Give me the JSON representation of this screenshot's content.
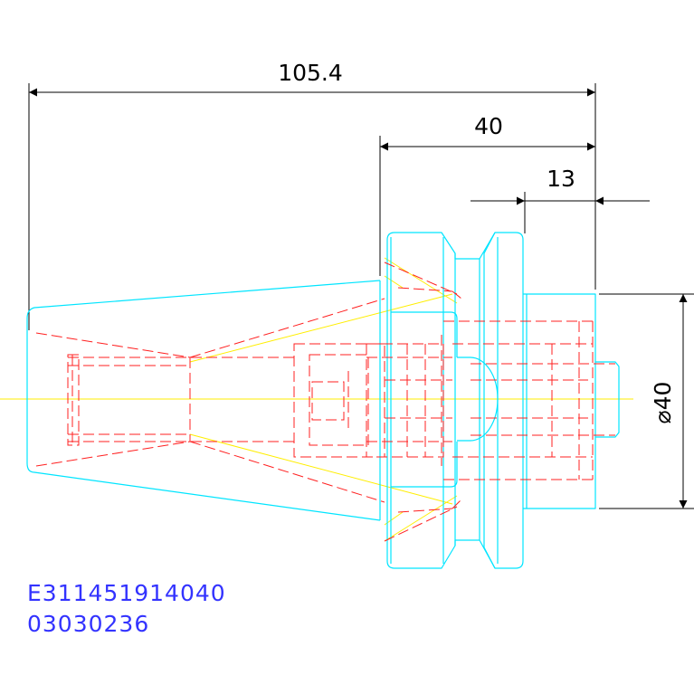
{
  "dimensions": {
    "overall_length": "105.4",
    "shank_length": "40",
    "flange_offset": "13",
    "diameter": "⌀40"
  },
  "labels": {
    "part_code": "E311451914040",
    "drawing_number": "03030236"
  },
  "colors": {
    "outline": "#00e5ff",
    "hidden": "#ff2020",
    "centerline": "#ffee00",
    "dimension": "#000000",
    "text": "#3333ff",
    "background": "#ffffff"
  }
}
